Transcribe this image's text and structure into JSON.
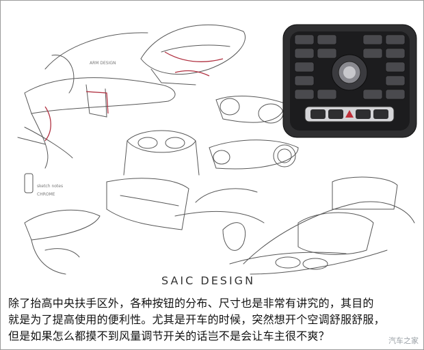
{
  "sketch": {
    "brand": "SAIC DESIGN"
  },
  "caption": {
    "line1": "除了抬高中央扶手区外，各种按钮的分布、尺寸也是非常有讲究的，其目的",
    "line2": "就是为了提高使用的便利性。尤其是开车的时候，突然想开个空调舒服舒服，",
    "line3": "但是如果怎么都摸不到风量调节开关的话岂不是会让车主很不爽？"
  },
  "watermark": "汽车之家"
}
